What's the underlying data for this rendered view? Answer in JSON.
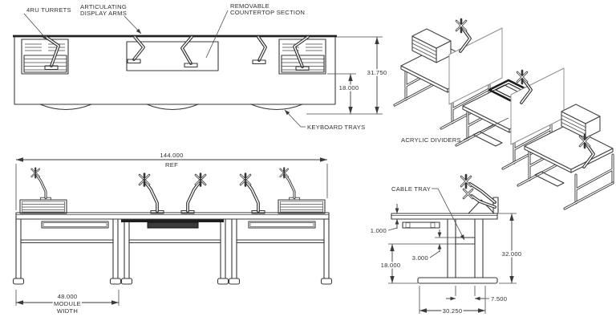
{
  "plan": {
    "labels": {
      "turrets": "4RU TURRETS",
      "arms_line1": "ARTICULATING",
      "arms_line2": "DISPLAY ARMS",
      "removable_line1": "REMOVABLE",
      "removable_line2": "COUNTERTOP SECTION",
      "keyboard_trays": "KEYBOARD TRAYS"
    },
    "dims": {
      "overall_depth": "31.750",
      "keyboard_depth": "18.000"
    }
  },
  "iso": {
    "labels": {
      "acrylic_dividers": "ACRYLIC DIVIDERS"
    }
  },
  "front": {
    "dims": {
      "overall_width": "144.000",
      "overall_width_note": "REF",
      "module_width": "48.000",
      "module_word": "MODULE",
      "width_word": "WIDTH"
    }
  },
  "side": {
    "labels": {
      "cable_tray": "CABLE TRAY"
    },
    "dims": {
      "surface_offset": "1.000",
      "cable_tray_depth": "3.000",
      "clearance_height": "18.000",
      "overall_height": "32.000",
      "column_offset": "7.500",
      "overall_depth": "30.250"
    }
  },
  "colors": {
    "line": "#3a3a3a",
    "background": "#ffffff"
  }
}
